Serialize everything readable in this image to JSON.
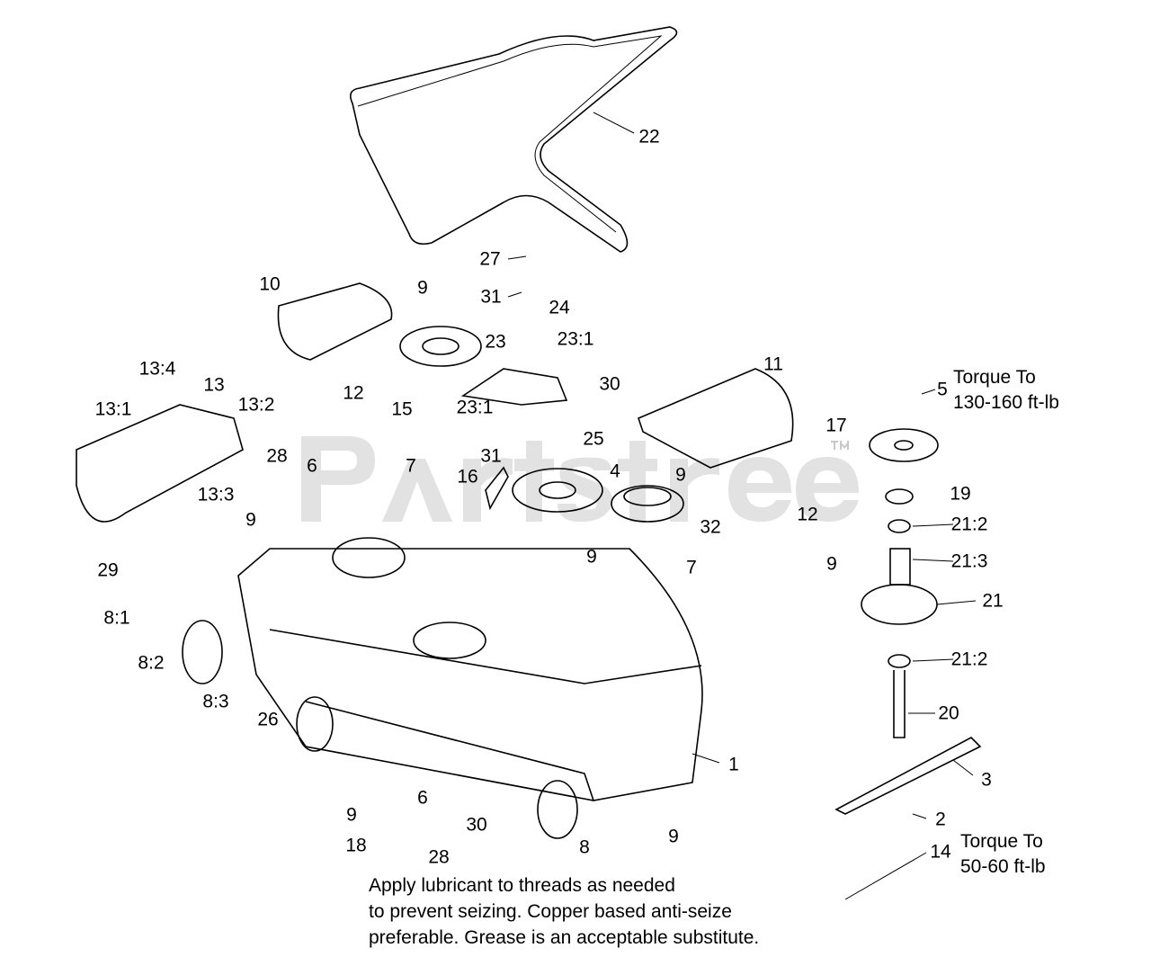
{
  "watermark": {
    "brand": "PartsTree",
    "tm": "TM"
  },
  "callouts": [
    "22",
    "27",
    "31",
    "24",
    "9",
    "10",
    "23",
    "23:1",
    "30",
    "11",
    "5",
    "15",
    "13:4",
    "13",
    "13:1",
    "13:2",
    "12",
    "23:1",
    "25",
    "31",
    "17",
    "28",
    "6",
    "7",
    "16",
    "4",
    "9",
    "19",
    "13:3",
    "32",
    "12",
    "21:2",
    "9",
    "29",
    "9",
    "7",
    "9",
    "21:3",
    "21",
    "8:1",
    "8:2",
    "21:2",
    "8:3",
    "26",
    "20",
    "1",
    "3",
    "6",
    "9",
    "30",
    "2",
    "9",
    "18",
    "28",
    "8",
    "14"
  ],
  "torque_notes": [
    {
      "line1": "Torque To",
      "line2": "130-160 ft-lb"
    },
    {
      "line1": "Torque To",
      "line2": "50-60 ft-lb"
    }
  ],
  "note": {
    "lines": [
      "Apply lubricant to threads as needed",
      "to prevent seizing. Copper based anti-seize",
      "preferable. Grease is an acceptable substitute."
    ]
  }
}
